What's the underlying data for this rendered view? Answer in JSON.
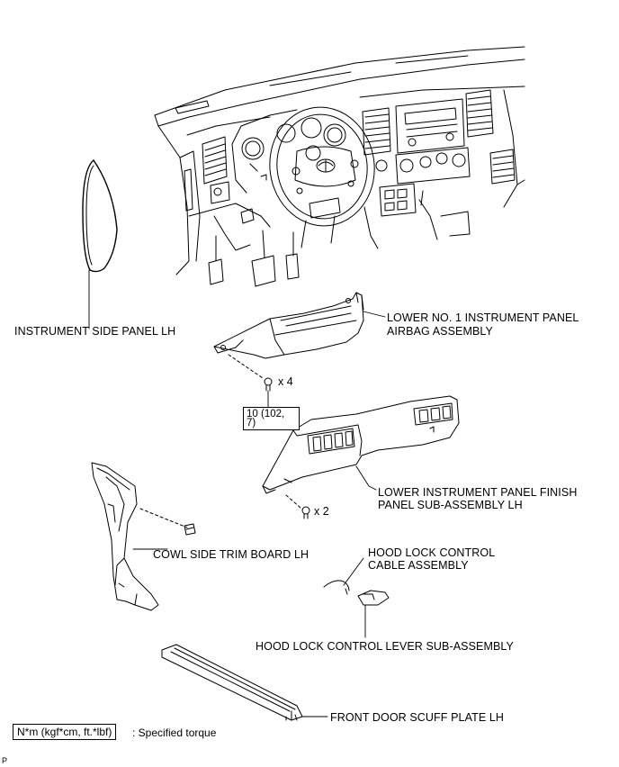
{
  "labels": {
    "instrument_side_panel": "INSTRUMENT SIDE PANEL LH",
    "airbag_line1": "LOWER NO. 1 INSTRUMENT PANEL",
    "airbag_line2": "AIRBAG ASSEMBLY",
    "finish_panel_line1": "LOWER INSTRUMENT PANEL FINISH",
    "finish_panel_line2": "PANEL SUB-ASSEMBLY LH",
    "cowl_trim": "COWL SIDE TRIM BOARD LH",
    "hood_cable_line1": "HOOD LOCK CONTROL",
    "hood_cable_line2": "CABLE ASSEMBLY",
    "hood_lever": "HOOD LOCK CONTROL LEVER SUB-ASSEMBLY",
    "scuff_plate": "FRONT DOOR SCUFF PLATE LH"
  },
  "quantities": {
    "airbag_bolts": "x 4",
    "finish_panel_bolts": "x 2"
  },
  "torque": {
    "line1": "10 (102,",
    "line2": "7)"
  },
  "legend": {
    "box": "N*m (kgf*cm, ft.*lbf)",
    "text": ": Specified torque"
  },
  "corner_mark": "P"
}
